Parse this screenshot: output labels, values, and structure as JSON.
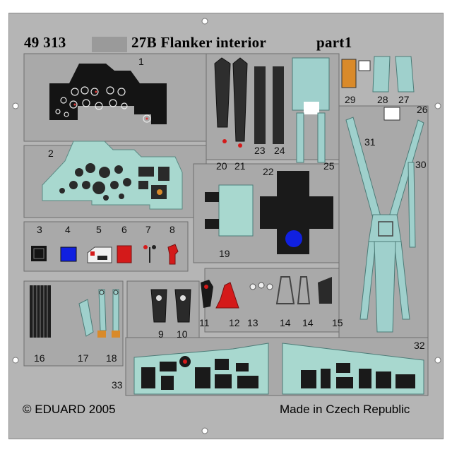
{
  "header": {
    "code": "49 313",
    "title": "27B Flanker interior",
    "part": "part1"
  },
  "footer": {
    "copyright": "© EDUARD 2005",
    "origin": "Made in Czech Republic"
  },
  "brand": "eduard",
  "part_numbers": [
    "1",
    "2",
    "3",
    "4",
    "5",
    "6",
    "7",
    "8",
    "9",
    "10",
    "11",
    "12",
    "13",
    "14",
    "14",
    "15",
    "16",
    "17",
    "18",
    "19",
    "20",
    "21",
    "22",
    "23",
    "24",
    "25",
    "26",
    "27",
    "28",
    "29",
    "30",
    "31",
    "32",
    "33"
  ],
  "colors": {
    "fret": "#b5b5b5",
    "panel_black": "#141414",
    "panel_teal": "#a8d8cf",
    "belt_teal": "#9fd0cc",
    "accent_red": "#d41a1a",
    "accent_blue": "#1020e0",
    "accent_orange": "#d98a2a"
  }
}
